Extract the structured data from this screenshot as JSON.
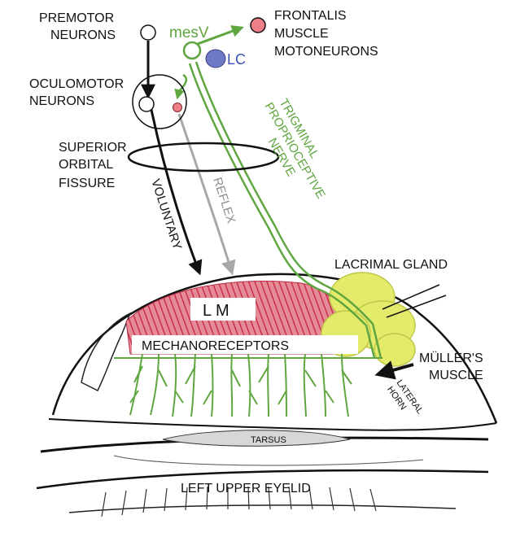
{
  "labels": {
    "premotor_line1": "PREMOTOR",
    "premotor_line2": "NEURONS",
    "oculomotor_line1": "OCULOMOTOR",
    "oculomotor_line2": "NEURONS",
    "sof_line1": "SUPERIOR",
    "sof_line2": "ORBITAL",
    "sof_line3": "FISSURE",
    "mesv": "mesV",
    "lc": "LC",
    "frontalis_line1": "FRONTALIS",
    "frontalis_line2": "MUSCLE",
    "frontalis_line3": "MOTONEURONS",
    "tpn_line1": "TRIGMINAL",
    "tpn_line2": "PROPRIOCEPTIVE",
    "tpn_line3": "NERVE",
    "voluntary": "VOLUNTARY",
    "reflex": "REFLEX",
    "lacrimal": "LACRIMAL GLAND",
    "lm": "L M",
    "mechanoreceptors": "MECHANORECEPTORS",
    "muller_line1": "MÜLLER'S",
    "muller_line2": "MUSCLE",
    "lateral": "LATERAL",
    "horn": "HORN",
    "tarsus": "TARSUS",
    "eyelid": "LEFT UPPER EYELID"
  },
  "colors": {
    "nerve_green": "#5fa641",
    "muscle_red": "#d9435a",
    "gland_yellow": "#e4ea6a",
    "lc_blue": "#6f78c4",
    "frontalis_pink": "#ef7f86",
    "reflex_gray": "#a8a8a8"
  }
}
